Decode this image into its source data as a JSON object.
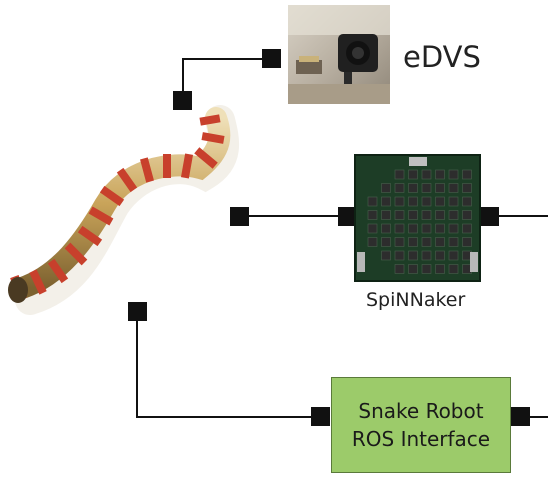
{
  "components": {
    "edvs": {
      "label": "eDVS"
    },
    "spinnaker": {
      "label": "SpiNNaker"
    },
    "ros_interface": {
      "line1": "Snake Robot",
      "line2": "ROS Interface",
      "fill": "#9ccb6a"
    }
  },
  "colors": {
    "connector": "#111111",
    "board_green": "#1d3d26",
    "snake_red": "#c8402c",
    "snake_gold": "#c9a45a"
  },
  "icons": [
    "camera-photo",
    "spinnaker-board",
    "snake-robot"
  ]
}
